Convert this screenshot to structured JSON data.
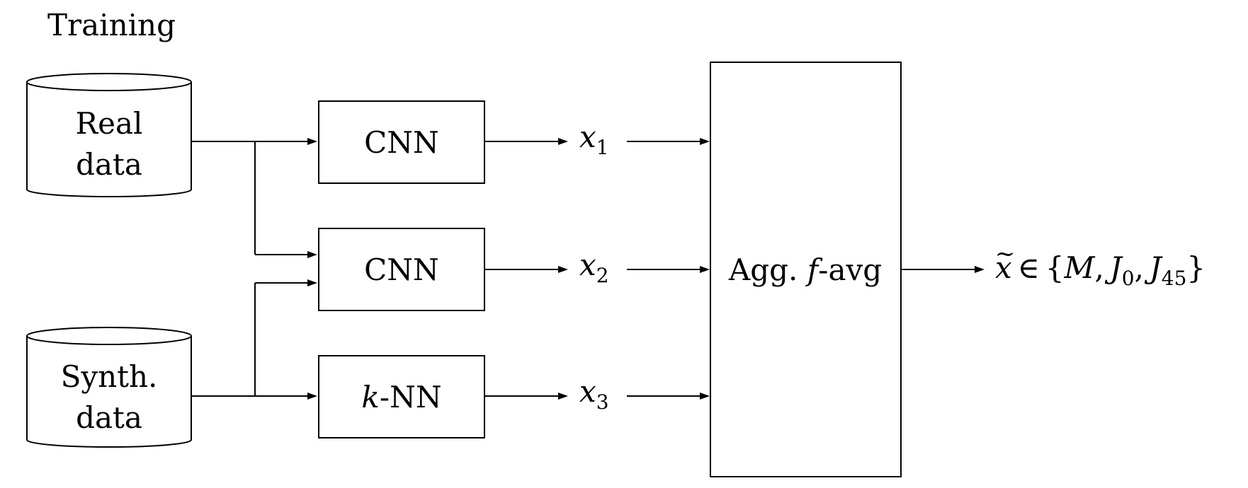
{
  "title": "Training",
  "sources": {
    "real": {
      "line1": "Real",
      "line2": "data"
    },
    "synth": {
      "line1": "Synth.",
      "line2": "data"
    }
  },
  "models": [
    {
      "label": "CNN"
    },
    {
      "label": "CNN"
    },
    {
      "var": "k",
      "label": "-NN"
    }
  ],
  "outputs": [
    {
      "var": "x",
      "sub": "1"
    },
    {
      "var": "x",
      "sub": "2"
    },
    {
      "var": "x",
      "sub": "3"
    }
  ],
  "aggregator": {
    "prefix": "Agg.",
    "var": "f",
    "suffix": "-avg"
  },
  "result": {
    "var": "x",
    "tilde": "~",
    "in": "∈",
    "open": "{",
    "M": "M",
    "comma1": ",",
    "J0": "J",
    "J0_sub": "0",
    "comma2": ",",
    "J45": "J",
    "J45_sub": "45",
    "close": "}"
  }
}
